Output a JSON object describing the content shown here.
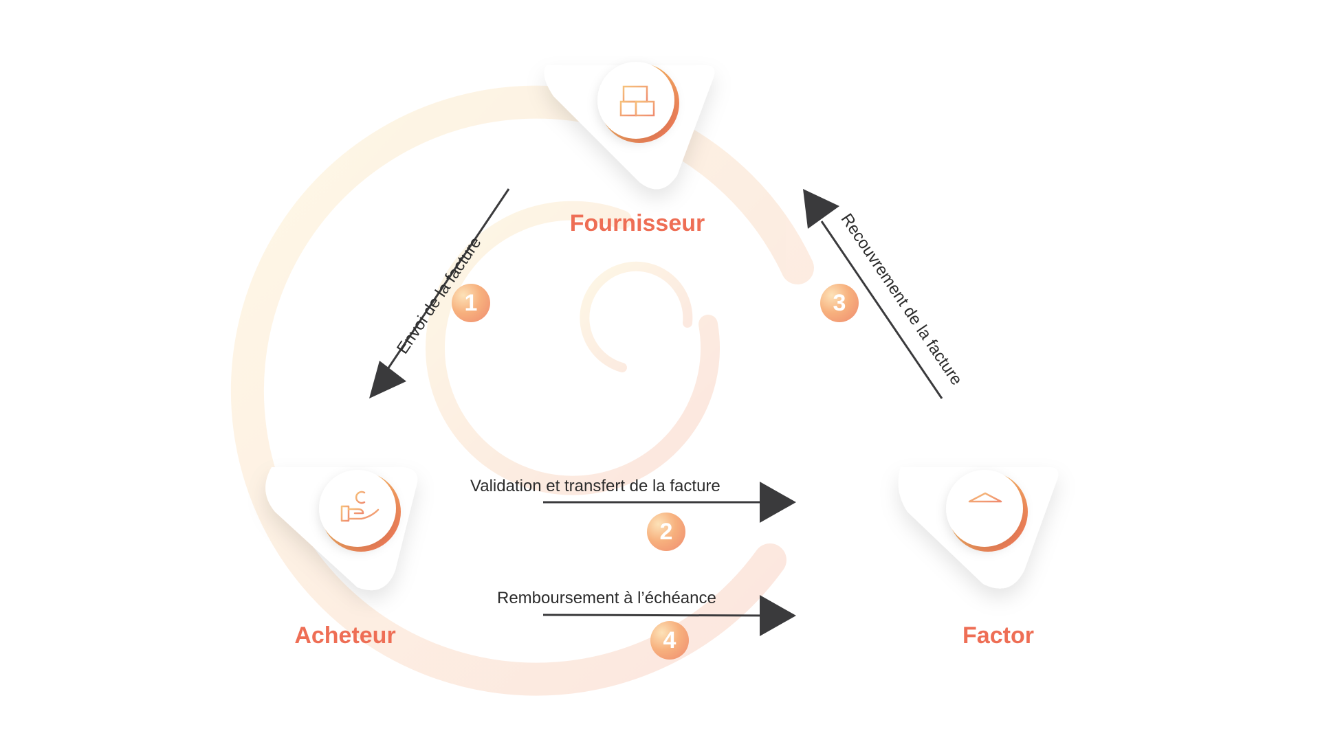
{
  "nodes": {
    "fournisseur": {
      "label": "Fournisseur",
      "icon": "boxes-icon"
    },
    "acheteur": {
      "label": "Acheteur",
      "icon": "hand-euro-icon"
    },
    "factor": {
      "label": "Factor",
      "icon": "bank-icon"
    }
  },
  "steps": [
    {
      "number": "1",
      "label": "Envoi de la facture"
    },
    {
      "number": "2",
      "label": "Validation et transfert de la facture"
    },
    {
      "number": "3",
      "label": "Recouvrement de la facture"
    },
    {
      "number": "4",
      "label": "Remboursement à l’échéance"
    }
  ],
  "colors": {
    "accent": "#ee6e55",
    "badge_light": "#fde2b8",
    "badge_dark": "#ef8a6e",
    "arrow": "#3a3a3c",
    "icon_stroke": "#f3a06a"
  }
}
